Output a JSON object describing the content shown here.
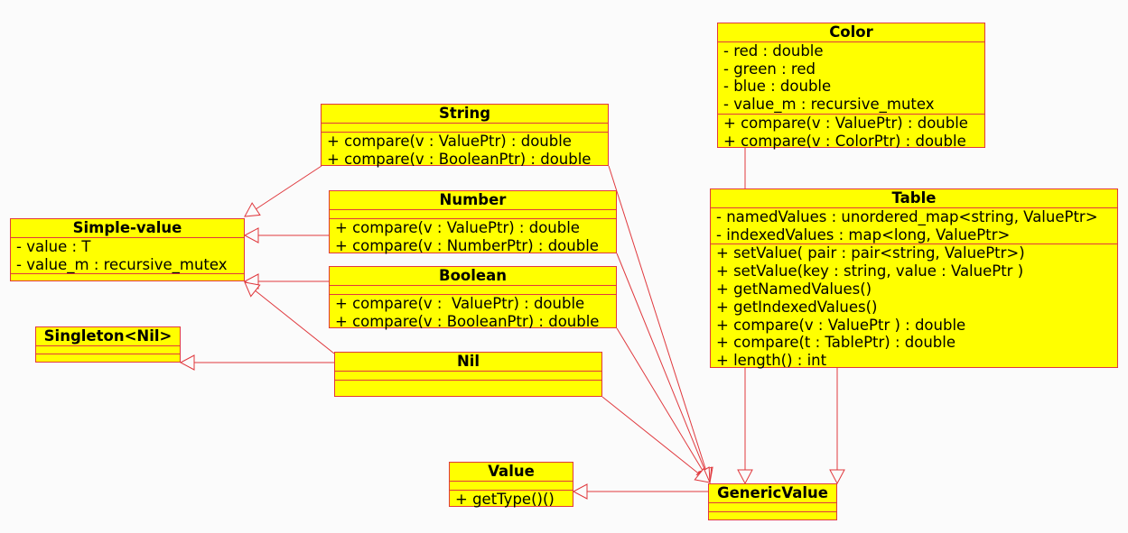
{
  "classes": {
    "color": {
      "name": "Color",
      "attributes": [
        "- red : double",
        "- green : red",
        "- blue : double",
        "- value_m : recursive_mutex"
      ],
      "operations": [
        "+ compare(v : ValuePtr) : double",
        "+ compare(v : ColorPtr) : double"
      ]
    },
    "string": {
      "name": "String",
      "attributes": [],
      "operations": [
        "+ compare(v : ValuePtr) : double",
        "+ compare(v : BooleanPtr) : double"
      ]
    },
    "table": {
      "name": "Table",
      "attributes": [
        "- namedValues : unordered_map<string, ValuePtr>",
        "- indexedValues : map<long, ValuePtr>"
      ],
      "operations": [
        "+ setValue( pair : pair<string, ValuePtr>)",
        "+ setValue(key : string, value : ValuePtr )",
        "+ getNamedValues()",
        "+ getIndexedValues()",
        "+ compare(v : ValuePtr ) : double",
        "+ compare(t : TablePtr) : double",
        "+ length() : int"
      ]
    },
    "number": {
      "name": "Number",
      "attributes": [],
      "operations": [
        "+ compare(v : ValuePtr) : double",
        "+ compare(v : NumberPtr) : double"
      ]
    },
    "simple_value": {
      "name": "Simple-value",
      "attributes": [
        "- value : T",
        "- value_m : recursive_mutex"
      ],
      "operations": []
    },
    "boolean": {
      "name": "Boolean",
      "attributes": [],
      "operations": [
        "+ compare(v :  ValuePtr) : double",
        "+ compare(v : BooleanPtr) : double"
      ]
    },
    "singleton_nil": {
      "name": "Singleton<Nil>",
      "attributes": [],
      "operations": []
    },
    "nil": {
      "name": "Nil",
      "attributes": [],
      "operations": []
    },
    "value": {
      "name": "Value",
      "attributes": [],
      "operations": [
        "+ getType()()"
      ]
    },
    "generic_value": {
      "name": "GenericValue",
      "attributes": [],
      "operations": []
    }
  },
  "relations": [
    {
      "from": "string",
      "to": "simple_value",
      "kind": "generalization"
    },
    {
      "from": "number",
      "to": "simple_value",
      "kind": "generalization"
    },
    {
      "from": "boolean",
      "to": "simple_value",
      "kind": "generalization"
    },
    {
      "from": "nil",
      "to": "simple_value",
      "kind": "generalization"
    },
    {
      "from": "nil",
      "to": "singleton_nil",
      "kind": "generalization"
    },
    {
      "from": "string",
      "to": "generic_value",
      "kind": "generalization"
    },
    {
      "from": "number",
      "to": "generic_value",
      "kind": "generalization"
    },
    {
      "from": "boolean",
      "to": "generic_value",
      "kind": "generalization"
    },
    {
      "from": "nil",
      "to": "generic_value",
      "kind": "generalization"
    },
    {
      "from": "table",
      "to": "generic_value",
      "kind": "generalization"
    },
    {
      "from": "color",
      "to": "generic_value",
      "kind": "generalization"
    },
    {
      "from": "generic_value",
      "to": "value",
      "kind": "generalization"
    }
  ],
  "colors": {
    "box_fill": "#ffff00",
    "box_border": "#e0393e",
    "line": "#e0393e",
    "background": "#fbfbfb"
  }
}
